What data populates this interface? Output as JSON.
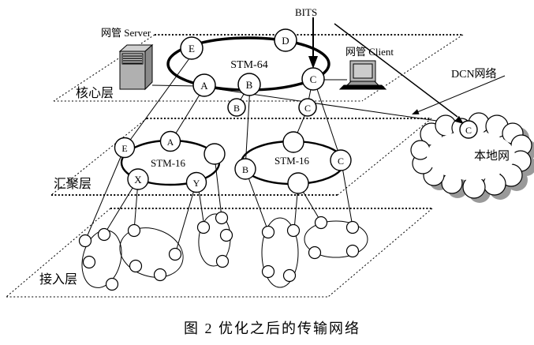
{
  "figure": {
    "caption": "图 2 优化之后的传输网络"
  },
  "labels": {
    "server": "网管 Server",
    "client": "网管 Client",
    "bits": "BITS",
    "dcn": "DCN网络",
    "local_net": "本地网",
    "layer_core": "核心层",
    "layer_agg": "汇聚层",
    "layer_access": "接入层"
  },
  "rings": {
    "core": "STM-64",
    "agg_left": "STM-16",
    "agg_right": "STM-16"
  },
  "nodes": {
    "core": [
      "E",
      "D",
      "A",
      "B",
      "C"
    ],
    "core_sub": [
      "B",
      "C"
    ],
    "agg_left": [
      "E",
      "A",
      "X",
      "Y"
    ],
    "agg_right": [
      "B",
      "C"
    ],
    "local": [
      "C"
    ]
  },
  "colors": {
    "line": "#000000",
    "server_body": "#b0b0b0",
    "server_side": "#8a8a8a",
    "server_top": "#d0d0d0",
    "monitor_body": "#b8b8b8",
    "screen": "#cccccc",
    "keyboard": "#000000",
    "cloud_shadow": "#999999"
  }
}
